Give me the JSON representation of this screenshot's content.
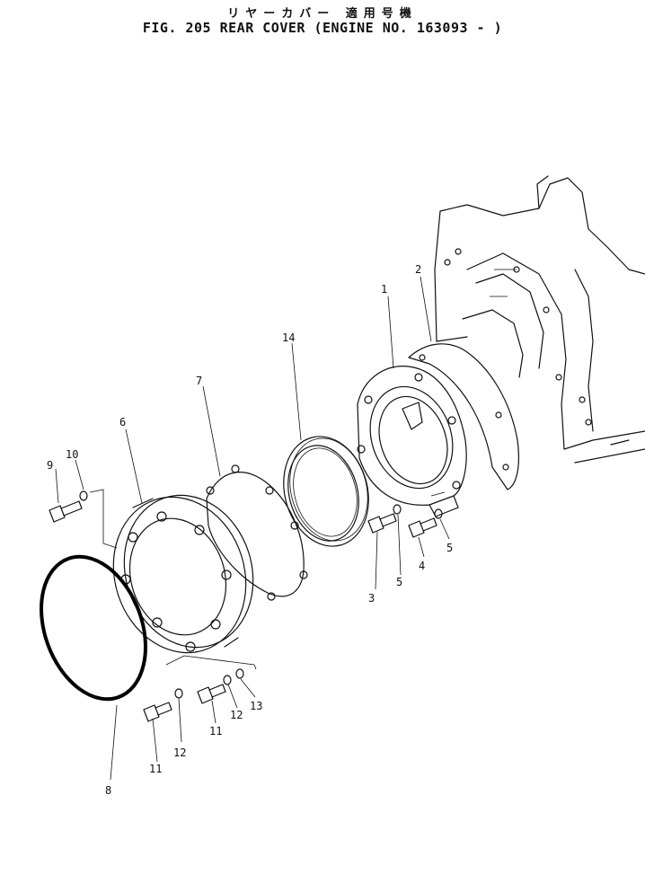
{
  "header": {
    "title_jp": "リヤーカバー 適用号機",
    "title_en": "FIG. 205  REAR COVER (ENGINE NO. 163093 -  )"
  },
  "callouts": {
    "c1": "1",
    "c2": "2",
    "c3": "3",
    "c4": "4",
    "c5a": "5",
    "c5b": "5",
    "c6": "6",
    "c7": "7",
    "c8": "8",
    "c9": "9",
    "c10": "10",
    "c11a": "11",
    "c11b": "11",
    "c12a": "12",
    "c12b": "12",
    "c13": "13",
    "c14": "14"
  }
}
